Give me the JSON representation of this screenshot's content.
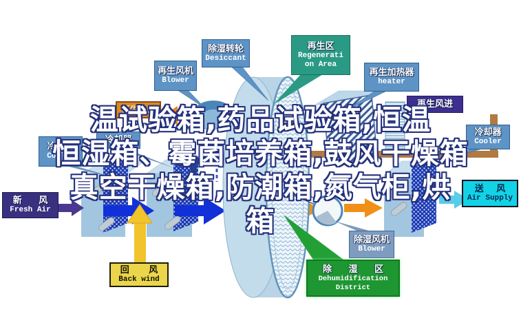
{
  "diagram": {
    "title_hint": "desiccant-wheel-dehumidifier-flow-diagram",
    "labels": {
      "cooler_left_1": {
        "zh": "冷却器",
        "en": "Cooler"
      },
      "cooler_left_2": {
        "zh": "冷却器"
      },
      "regen_air_out": {
        "zh": "再生风出"
      },
      "regen_blower": {
        "zh": "再生风机",
        "en": "Blower"
      },
      "desiccant_wheel": {
        "zh": "除湿转轮",
        "en": "Desiccant"
      },
      "regen_area": {
        "zh": "再生区",
        "en": "Regenerati on Area"
      },
      "regen_heater": {
        "zh": "再生加热器",
        "en": "heater"
      },
      "regen_air_in": {
        "zh": "再生风进"
      },
      "cooler_right": {
        "zh": "冷却器",
        "en": "Cooler"
      },
      "air_supply": {
        "zh": "送 风",
        "en": "Air Supply"
      },
      "dehumid_blower": {
        "zh": "除湿风机",
        "en": "Blower"
      },
      "dehumid_district": {
        "zh": "除 湿 区",
        "en": "Dehumidification District"
      },
      "back_wind": {
        "zh": "回 风",
        "en": "Back wind"
      },
      "fresh_air": {
        "zh": "新 风",
        "en": "Fresh Air"
      }
    },
    "watermark_lines": [
      "温试验箱,药品试验箱,恒温",
      "恒湿箱、霉菌培养箱,鼓风干燥箱",
      "真空干燥箱,防潮箱,氮气柜,烘",
      "箱"
    ],
    "colors": {
      "callout_blue": "#5e93c5",
      "callout_gray_blue": "#7d9cbf",
      "teal": "#2a9a85",
      "purple_dark": "#3d2f8f",
      "indigo": "#3a3080",
      "cyan": "#12d2e6",
      "yellow": "#ead54b",
      "green": "#1e9632",
      "orange_label": "#d98a25",
      "flow_blue": "#1130d8",
      "flow_orange": "#f09018",
      "flow_yellow": "#f2c42c",
      "flow_purple": "#4a3890",
      "flow_cyan": "#58cce8",
      "duct_brown": "#b07a42",
      "rotor_body": "#b9d4e6",
      "watermark_outline": "#25317c"
    }
  }
}
